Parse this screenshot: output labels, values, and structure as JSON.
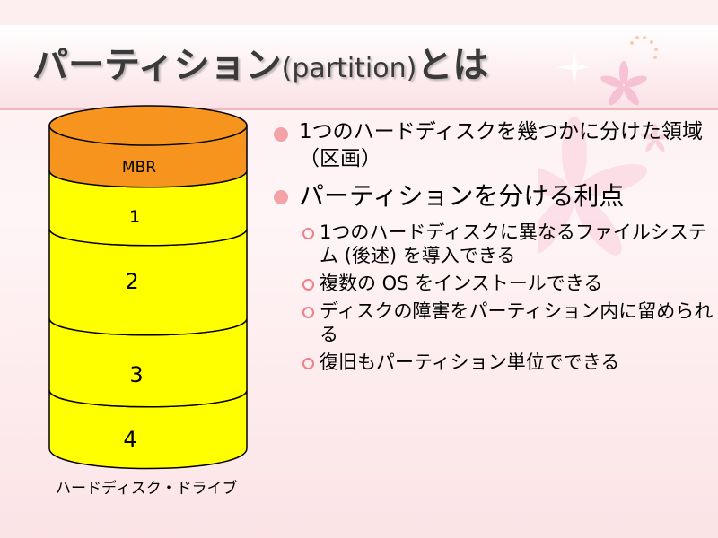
{
  "title": {
    "jp_prefix": "パーティション",
    "en": "(partition)",
    "jp_suffix": "とは"
  },
  "disk": {
    "caption": "ハードディスク・ドライブ",
    "partitions": [
      {
        "label": "MBR",
        "color": "#f7941d"
      },
      {
        "label": "1",
        "color": "#ffff00"
      },
      {
        "label": "2",
        "color": "#ffff00"
      },
      {
        "label": "3",
        "color": "#ffff00"
      },
      {
        "label": "4",
        "color": "#ffff00"
      }
    ]
  },
  "bullets": [
    {
      "text": "1つのハードディスクを幾つかに分けた領域（区画）"
    },
    {
      "text": "パーティションを分ける利点",
      "subs": [
        "1つのハードディスクに異なるファイルシステム (後述) を導入できる",
        "複数の OS をインストールできる",
        "ディスクの障害をパーティション内に留められる",
        "復旧もパーティション単位でできる"
      ]
    }
  ],
  "colors": {
    "accent": "#f3a2a7",
    "title_text": "#3a3a3a"
  }
}
